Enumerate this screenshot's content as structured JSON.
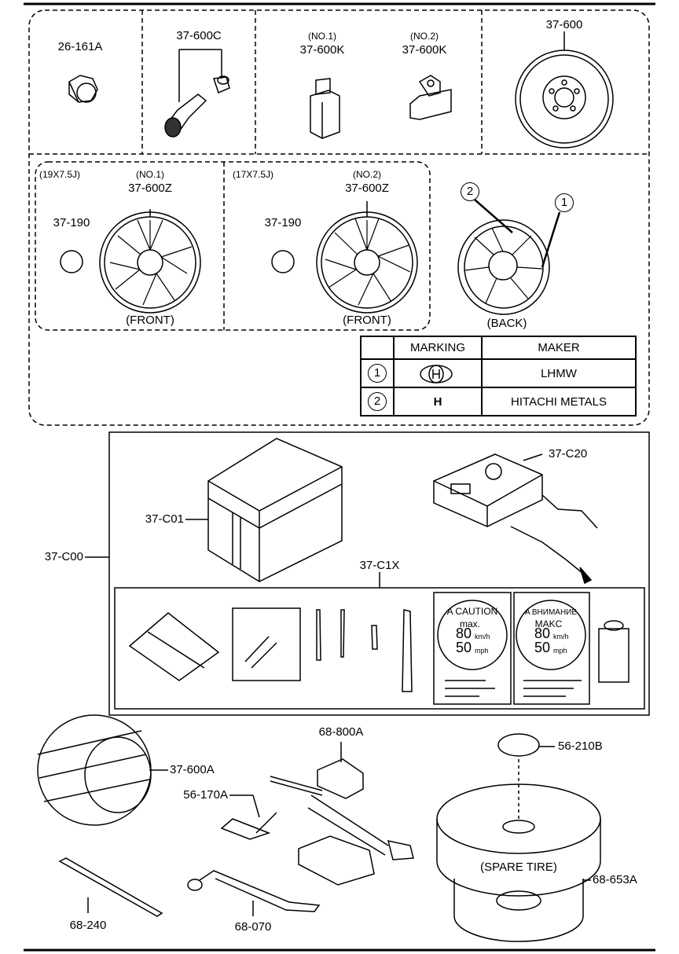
{
  "parts": {
    "p26_161a": "26-161A",
    "p37_600c": "37-600C",
    "no1_top": "(NO.1)",
    "p37_600k_1": "37-600K",
    "no2_top": "(NO.2)",
    "p37_600k_2": "37-600K",
    "p37_600": "37-600",
    "size_19": "(19X7.5J)",
    "no1_wheel": "(NO.1)",
    "p37_600z_1": "37-600Z",
    "p37_190_1": "37-190",
    "front_1": "(FRONT)",
    "size_17": "(17X7.5J)",
    "no2_wheel": "(NO.2)",
    "p37_600z_2": "37-600Z",
    "p37_190_2": "37-190",
    "front_2": "(FRONT)",
    "back": "(BACK)",
    "mark_2": "2",
    "mark_1": "1",
    "p37_c20": "37-C20",
    "p37_c01": "37-C01",
    "p37_c00": "37-C00",
    "p37_c1x": "37-C1X",
    "p68_800a": "68-800A",
    "p56_210b": "56-210B",
    "p37_600a": "37-600A",
    "p56_170a": "56-170A",
    "spare_tire": "(SPARE TIRE)",
    "p68_653a": "68-653A",
    "p68_240": "68-240",
    "p68_070": "68-070"
  },
  "table": {
    "h_marking": "MARKING",
    "h_maker": "MAKER",
    "r1_num": "1",
    "r1_maker": "LHMW",
    "r2_num": "2",
    "r2_mark": "H",
    "r2_maker": "HITACHI METALS"
  },
  "stickers": {
    "a_caution": "A CAUTION",
    "a_max": "max.",
    "a_80": "80",
    "a_kmh": "km/h",
    "a_50": "50",
    "a_mph": "mph",
    "b_caution": "A ВНИМАНИЕ",
    "b_max": "MAKC",
    "b_80": "80",
    "b_kmh": "km/h",
    "b_50": "50",
    "b_mph": "mph"
  }
}
